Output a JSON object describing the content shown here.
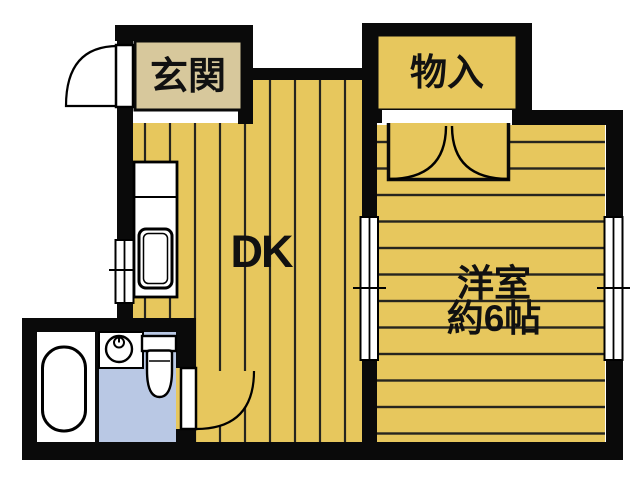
{
  "plan": {
    "type": "floor-plan",
    "rooms": {
      "entrance": {
        "label": "玄関"
      },
      "dining_kitchen": {
        "label": "DK"
      },
      "storage": {
        "label": "物入"
      },
      "western_room": {
        "label_line1": "洋室",
        "label_line2": "約6帖"
      }
    },
    "icons": {
      "entrance_door": "swing-door-icon",
      "bathroom_door": "swing-door-icon",
      "closet_doors": "double-swing-door-icon",
      "kitchen_sink": "sink-icon",
      "washing_machine": "washing-machine-icon",
      "toilet": "toilet-icon",
      "bathtub": "bathtub-icon",
      "windows": "window-icon"
    },
    "colors": {
      "wall": "#0a0a0a",
      "floor_wood": "#e7c75d",
      "entrance_tile": "#d7c89c",
      "wet_area": "#b9c8e4",
      "plank_line": "#26251f",
      "label_ink": "#111111",
      "paper": "#ffffff"
    }
  }
}
